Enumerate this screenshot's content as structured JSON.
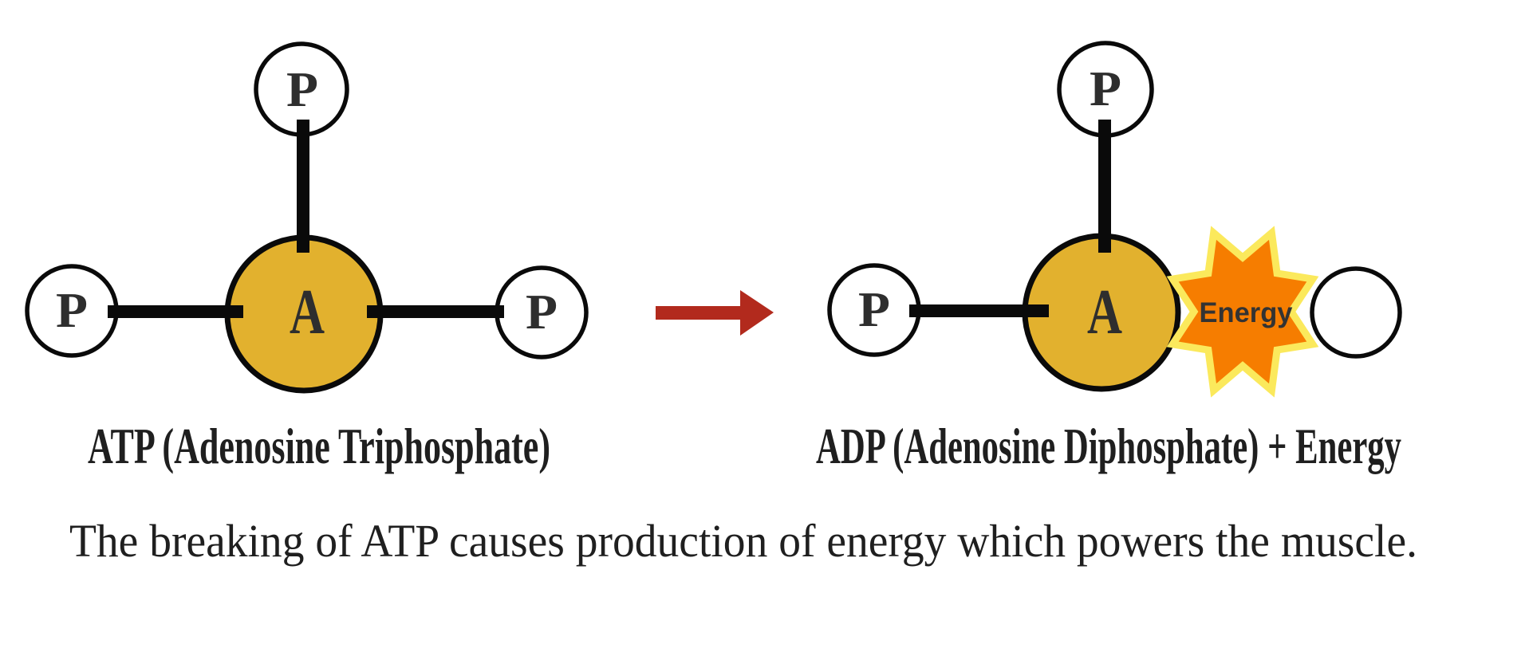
{
  "colors": {
    "background": "#ffffff",
    "adenosine_fill": "#E2B12E",
    "phosphate_fill": "#ffffff",
    "outline": "#0a0a0a",
    "bond": "#0a0a0a",
    "arrow": "#B22A1D",
    "burst_fill": "#F67D00",
    "burst_outline": "#FBE95C",
    "letter": "#2e2e2e",
    "label_text": "#1f1f1f",
    "energy_text": "#333333"
  },
  "atp": {
    "adenosine": "A",
    "phosphates": [
      "P",
      "P",
      "P"
    ],
    "label": "ATP (Adenosine Triphosphate)"
  },
  "adp": {
    "adenosine": "A",
    "phosphates": [
      "P",
      "P"
    ],
    "burst_label": "Energy",
    "label": "ADP (Adenosine Diphosphate) + Energy"
  },
  "caption": "The breaking of ATP causes production of energy which powers the muscle."
}
